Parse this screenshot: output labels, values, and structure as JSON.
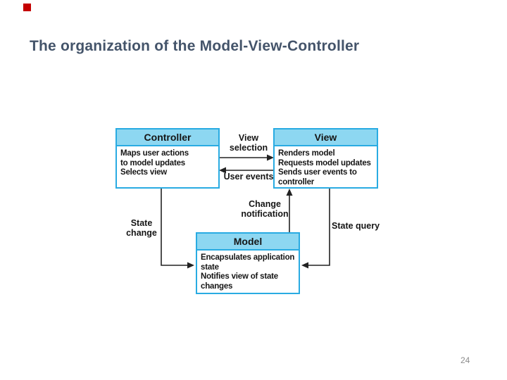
{
  "slide": {
    "title": "The organization of the Model-View-Controller",
    "page_number": "24",
    "title_color": "#44546a",
    "accent_marker_color": "#c40000"
  },
  "diagram": {
    "colors": {
      "box_border": "#29abe2",
      "box_header_fill": "#8dd7f1",
      "box_body_fill": "#ffffff",
      "line_color": "#222222"
    },
    "boxes": {
      "controller": {
        "title": "Controller",
        "body": "Maps user actions\nto model updates\nSelects view"
      },
      "view": {
        "title": "View",
        "body": "Renders model\nRequests model updates\nSends user events to\ncontroller"
      },
      "model": {
        "title": "Model",
        "body": "Encapsulates application\nstate\nNotifies view of state\nchanges"
      }
    },
    "labels": {
      "view_selection": "View\nselection",
      "user_events": "User events",
      "change_notification": "Change\nnotification",
      "state_change": "State\nchange",
      "state_query": "State query"
    }
  }
}
